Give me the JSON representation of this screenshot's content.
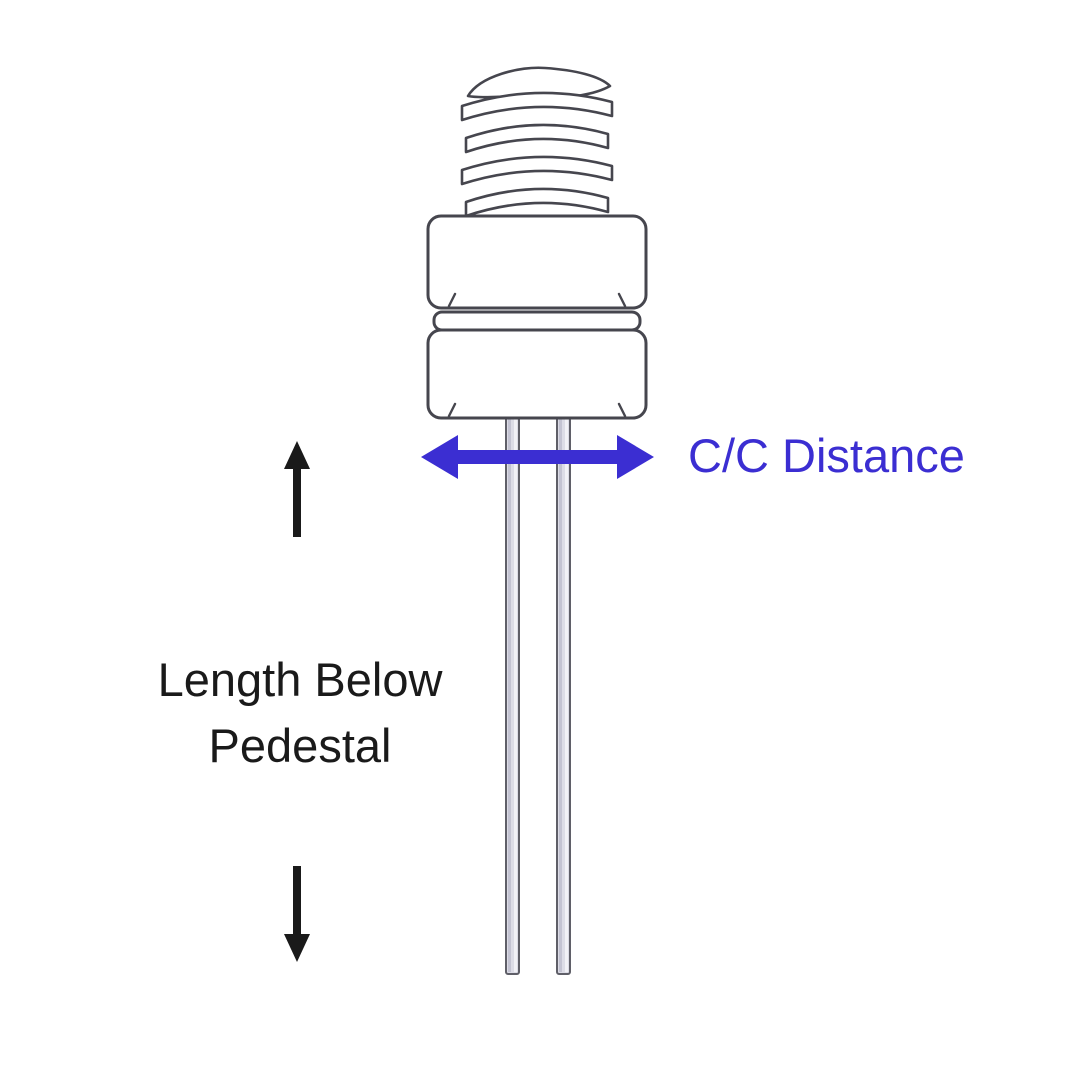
{
  "diagram": {
    "labels": {
      "cc_distance": "C/C Distance",
      "length_below_line1": "Length Below",
      "length_below_line2": "Pedestal"
    },
    "colors": {
      "accent_blue": "#3b2ed2",
      "text_black": "#1a1a1a",
      "outline_gray": "#46464e",
      "lead_fill": "#dcdce6",
      "background": "#ffffff"
    },
    "component": {
      "name": "threaded-stud-sensor-with-leads",
      "parts": [
        "threaded-stud",
        "pedestal-upper-body",
        "pedestal-groove",
        "pedestal-lower-body",
        "left-lead-wire",
        "right-lead-wire"
      ]
    }
  }
}
